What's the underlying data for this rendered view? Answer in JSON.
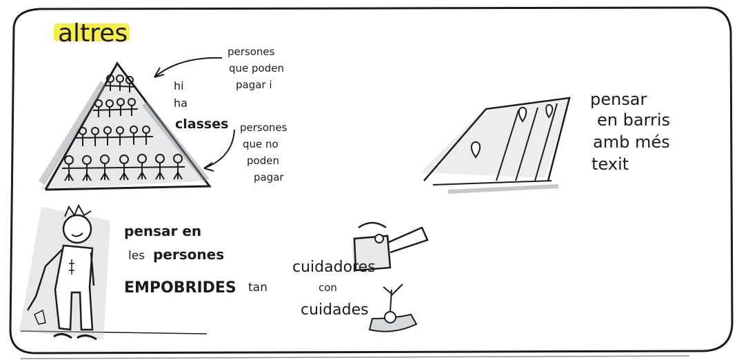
{
  "title": "altres",
  "pyramid": {
    "side_label": [
      "hi",
      "ha"
    ],
    "side_label_bold": "classes",
    "top_note": [
      "persones",
      "que poden",
      "pagar i"
    ],
    "bottom_note": [
      "persones",
      "que no",
      "poden",
      "pagar"
    ]
  },
  "neighbourhood": {
    "lines": [
      "pensar",
      "en barris",
      "amb més",
      "texit"
    ]
  },
  "bottom": {
    "line1": "pensar en",
    "line2_prefix": "les",
    "line2_bold": "persones",
    "line3_bold": "EMPOBRIDES",
    "line3_suffix": "tan",
    "care": [
      "cuidadores",
      "con",
      "cuidades"
    ]
  },
  "colors": {
    "ink": "#1b1b1b",
    "highlight": "#f2ea2a",
    "wash": "#9aa0a6"
  }
}
